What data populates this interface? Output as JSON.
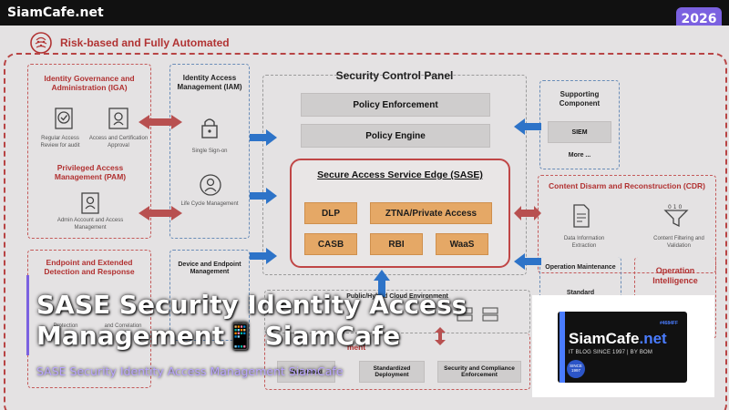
{
  "site": {
    "brand": "SiamCafe.net",
    "year": "2026"
  },
  "diagram": {
    "headline": "Risk-based and Fully Automated",
    "iga": {
      "title": "Identity Governance and Administration (IGA)",
      "items": [
        "Regular Access Review for audit",
        "Access and Certification Approval"
      ]
    },
    "pam": {
      "title": "Privileged Access Management (PAM)",
      "items": [
        "Admin Account and Access Management"
      ]
    },
    "iam": {
      "title": "Identity Access Management (IAM)",
      "items": [
        "Single Sign-on",
        "Life Cycle Management"
      ]
    },
    "edr": {
      "title": "Endpoint and Extended Detection and Response",
      "items": [
        "Protection",
        "and Correlation"
      ]
    },
    "device": {
      "title": "Device and Endpoint Management"
    },
    "panel": {
      "title": "Security Control Panel",
      "policy_enforcement": "Policy Enforcement",
      "policy_engine": "Policy Engine"
    },
    "sase": {
      "title": "Secure Access Service Edge (SASE)",
      "dlp": "DLP",
      "ztna": "ZTNA/Private Access",
      "casb": "CASB",
      "rbi": "RBI",
      "waas": "WaaS"
    },
    "supporting": {
      "title": "Supporting Component",
      "siem": "SIEM",
      "more": "More ..."
    },
    "cdr": {
      "title": "Content Disarm and Reconstruction (CDR)",
      "items": [
        "Data Information Extraction",
        "Content Filtering and Validation"
      ]
    },
    "ops_maint": {
      "title": "Operation Maintenance",
      "item": "Standard"
    },
    "ops_intel": {
      "title": "Operation Intelligence"
    },
    "cloud": {
      "title": "Public/Hybrid Cloud Environment"
    },
    "bottom": {
      "multicloud": "Multi-Cloud",
      "standardized": "Standardized Deployment",
      "compliance": "Security and Compliance Enforcement",
      "partial": "ment"
    }
  },
  "overlay": {
    "title_line1": "SASE Security Identity Access",
    "title_line2": "Management📱 SiamCafe",
    "subtitle": "SASE Security Identity Access Management SiamCafe"
  },
  "card": {
    "hex": "#4684FF",
    "name_main": "SiamCafe",
    "name_dot": ".net",
    "tagline": "IT BLOG SINCE 1997 | BY BOM",
    "seal": "SINCE 1997"
  },
  "colors": {
    "accent": "#7b61e0",
    "red": "#b13333",
    "orange": "#e5a866",
    "blue_arrow": "#2d73c8",
    "card_blue": "#4684FF"
  }
}
